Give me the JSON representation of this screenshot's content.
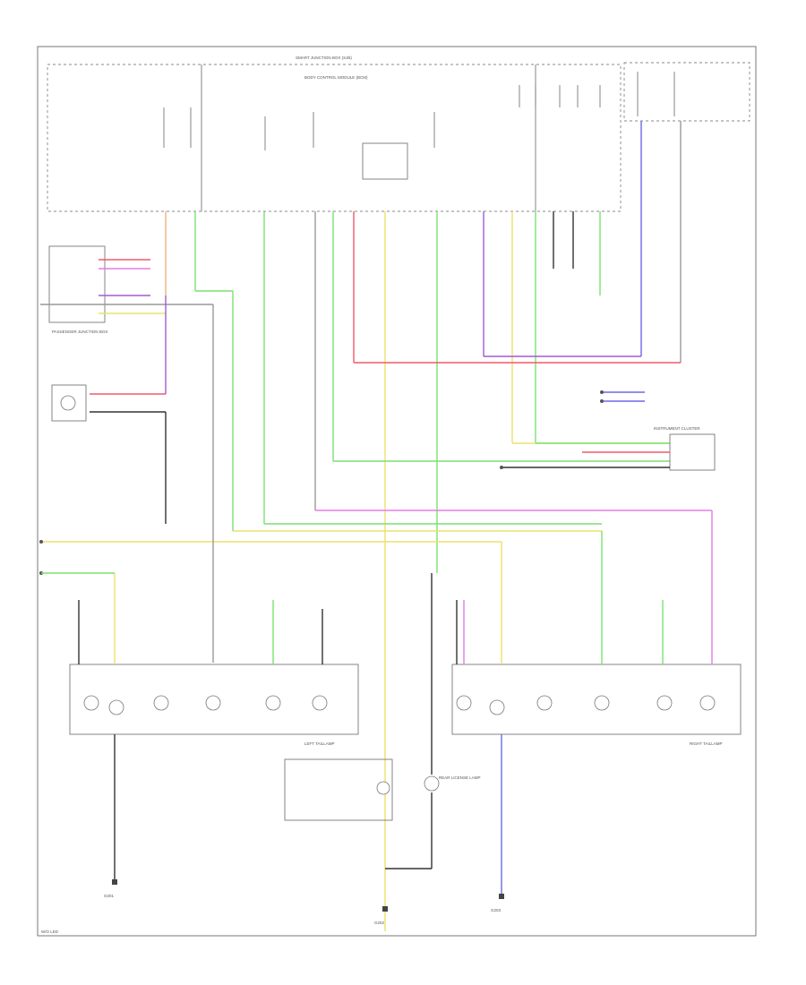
{
  "labels": {
    "left_tailgate": "LEFT TAILLAMP",
    "right_tailgate": "RIGHT TAILLAMP",
    "body_control": "BODY CONTROL MODULE (BCM)",
    "central_junction": "SMART JUNCTION BOX (SJB)",
    "instrument_cluster": "INSTRUMENT CLUSTER",
    "passenger_junction": "PASSENGER JUNCTION BOX",
    "rear_license": "REAR LICENSE LAMP",
    "left_ground": "G201",
    "center_ground": "G202",
    "right_ground": "G203",
    "page_number": "W/O LED"
  },
  "colors": {
    "frame": "#777777",
    "yellow": "#ece26b",
    "green": "#7ce070",
    "red": "#ef5a6a",
    "purple": "#a35ad0",
    "magenta": "#e47be8",
    "blue": "#6a6ae8",
    "orange": "#f3b27a"
  }
}
